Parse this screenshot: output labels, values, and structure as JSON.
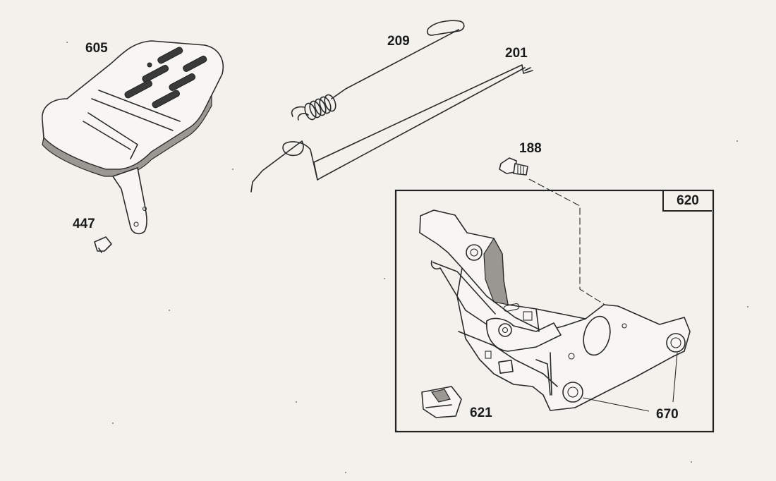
{
  "part_labels": {
    "p605": "605",
    "p447": "447",
    "p209": "209",
    "p201": "201",
    "p188": "188",
    "p620": "620",
    "p621": "621",
    "p670": "670"
  }
}
